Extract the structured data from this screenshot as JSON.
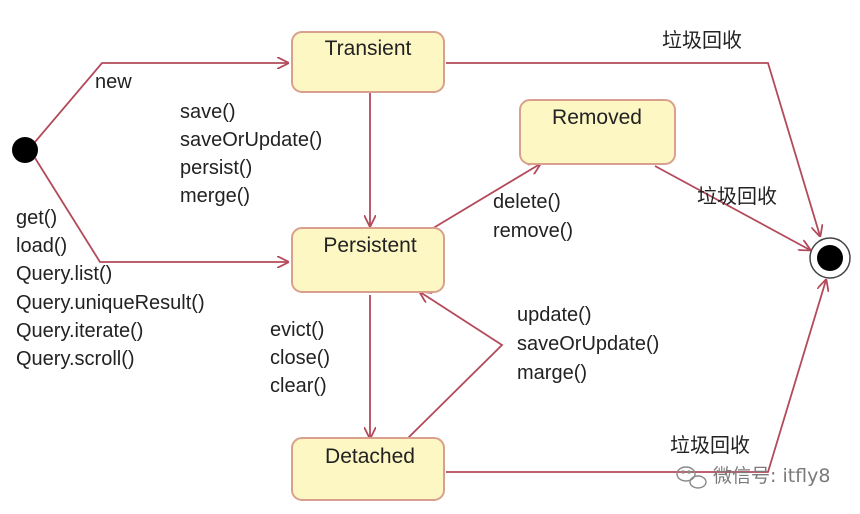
{
  "states": {
    "transient": "Transient",
    "persistent": "Persistent",
    "removed": "Removed",
    "detached": "Detached"
  },
  "transitions": {
    "new_label": "new",
    "to_persistent": [
      "save()",
      "saveOrUpdate()",
      "persist()",
      "merge()"
    ],
    "load_methods": [
      "get()",
      "load()",
      "Query.list()",
      "Query.uniqueResult()",
      "Query.iterate()",
      "Query.scroll()"
    ],
    "remove_methods": [
      "delete()",
      "remove()"
    ],
    "detach_methods": [
      "evict()",
      "close()",
      "clear()"
    ],
    "reattach_methods": [
      "update()",
      "saveOrUpdate()",
      "marge()"
    ],
    "gc_label": "垃圾回收"
  },
  "watermark": {
    "text": "微信号: itfly8"
  },
  "colors": {
    "state_fill": "#fdf7c4",
    "state_stroke": "#d9a08d",
    "edge": "#b34a5a"
  }
}
